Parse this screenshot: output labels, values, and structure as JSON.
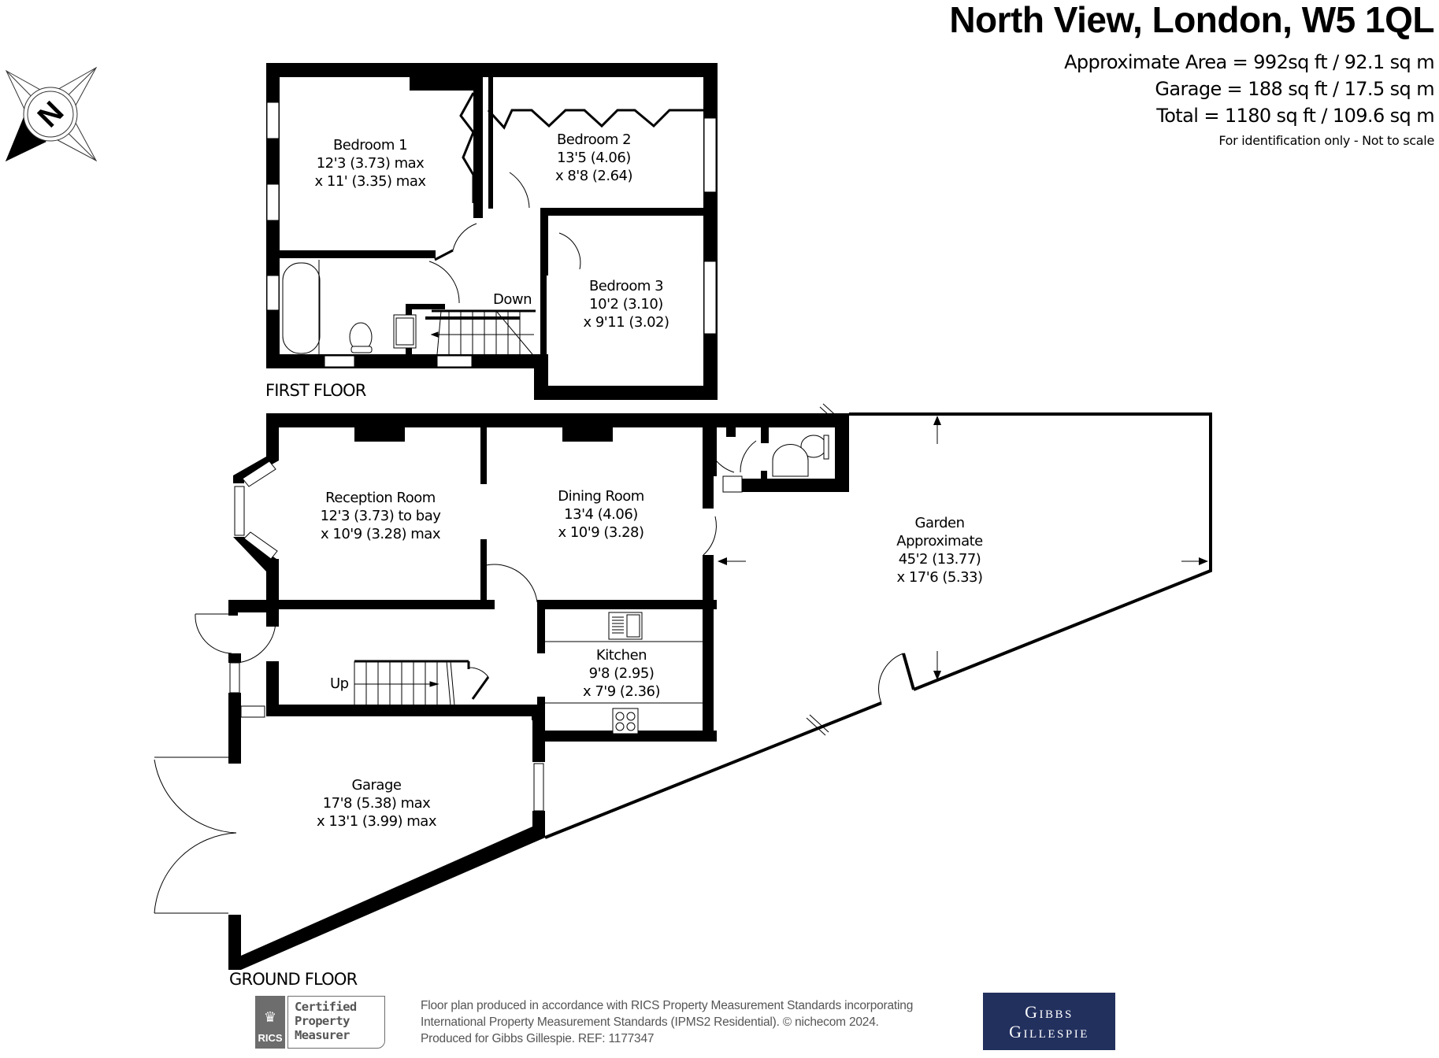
{
  "header": {
    "title": "North View, London, W5 1QL",
    "areas": [
      "Approximate Area = 992sq ft / 92.1 sq m",
      "Garage = 188 sq ft / 17.5 sq m",
      "Total = 1180 sq ft / 109.6 sq m"
    ],
    "note": "For identification only - Not to scale"
  },
  "compass": {
    "icon": "compass-north-icon",
    "letter": "N"
  },
  "first_floor": {
    "label": "FIRST FLOOR",
    "stairs_label": "Down",
    "rooms": [
      {
        "name": "Bedroom 1",
        "dim1": "12'3 (3.73) max",
        "dim2": "x 11' (3.35) max"
      },
      {
        "name": "Bedroom 2",
        "dim1": "13'5 (4.06)",
        "dim2": "x 8'8 (2.64)"
      },
      {
        "name": "Bedroom 3",
        "dim1": "10'2 (3.10)",
        "dim2": "x 9'11 (3.02)"
      }
    ]
  },
  "ground_floor": {
    "label": "GROUND FLOOR",
    "stairs_label": "Up",
    "rooms": [
      {
        "name": "Reception Room",
        "dim1": "12'3 (3.73) to bay",
        "dim2": "x 10'9 (3.28) max"
      },
      {
        "name": "Dining Room",
        "dim1": "13'4 (4.06)",
        "dim2": "x 10'9 (3.28)"
      },
      {
        "name": "Kitchen",
        "dim1": "9'8 (2.95)",
        "dim2": "x 7'9 (2.36)"
      },
      {
        "name": "Garage",
        "dim1": "17'8 (5.38) max",
        "dim2": "x 13'1 (3.99) max"
      }
    ],
    "garden": {
      "name": "Garden",
      "qualifier": "Approximate",
      "dim1": "45'2 (13.77)",
      "dim2": "x 17'6 (5.33)"
    }
  },
  "footer": {
    "rics_badge": "RICS",
    "rics_lines": [
      "Certified",
      "Property",
      "Measurer"
    ],
    "text_lines": [
      "Floor plan produced in accordance with RICS Property Measurement Standards incorporating",
      "International Property Measurement Standards (IPMS2 Residential).   © nichecom 2024.",
      "Produced for Gibbs Gillespie.   REF: 1177347"
    ],
    "agent_logo_lines": [
      "Gibbs",
      "Gillespie"
    ],
    "agent_logo_color": "#22305e"
  }
}
